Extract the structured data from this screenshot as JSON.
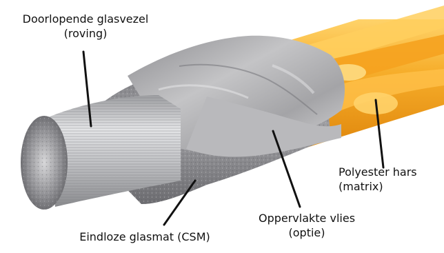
{
  "labels": {
    "roving": {
      "line1": "Doorlopende glasvezel",
      "line2": "(roving)"
    },
    "resin": {
      "line1": "Polyester hars",
      "line2": "(matrix)"
    },
    "veil": {
      "line1": "Oppervlakte vlies",
      "line2": "(optie)"
    },
    "csm": {
      "line1": "Eindloze glasmat (CSM)"
    }
  },
  "colors": {
    "background": "#ffffff",
    "resin_orange": "#f2a01a",
    "resin_highlight": "#ffd36a",
    "veil_gray": "#a9a9ab",
    "csm_gray": "#8f8f92",
    "roving_silver": "#cfd0d2",
    "leader_line": "#111111"
  }
}
